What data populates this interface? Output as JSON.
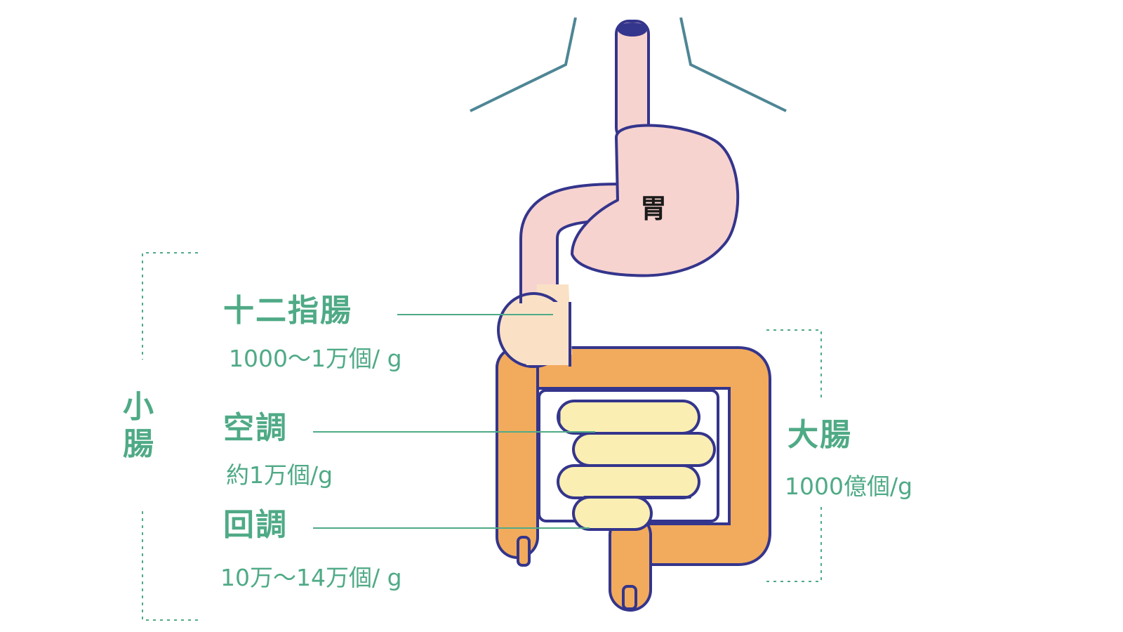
{
  "colors": {
    "outline": "#34358c",
    "stomach": "#f7d3cf",
    "duodenum": "#fae1c6",
    "small_intestine": "#fbeeb2",
    "large_intestine": "#f2ab5c",
    "body_outline": "#4e8695",
    "label_green": "#4faa86"
  },
  "stomach": {
    "label": "胃"
  },
  "small_intestine": {
    "label": "小腸",
    "duodenum": {
      "name": "十二指腸",
      "count": "1000〜1万個/ g"
    },
    "jejunum": {
      "name": "空調",
      "count": "約1万個/g"
    },
    "ileum": {
      "name": "回調",
      "count": "10万〜14万個/ g"
    }
  },
  "large_intestine": {
    "name": "大腸",
    "count": "1000億個/g"
  }
}
